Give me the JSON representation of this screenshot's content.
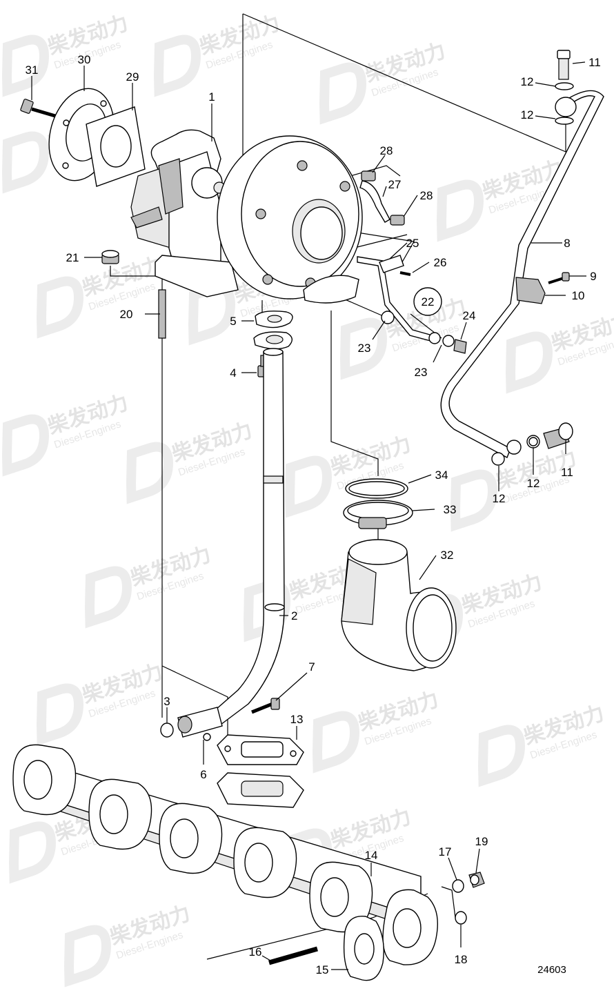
{
  "watermark": {
    "brand_cn": "柴发动力",
    "brand_en": "Diesel-Engines"
  },
  "drawing_ref": "24603",
  "callouts": {
    "c1": "1",
    "c2": "2",
    "c3": "3",
    "c4": "4",
    "c5": "5",
    "c6": "6",
    "c7": "7",
    "c8": "8",
    "c9": "9",
    "c10": "10",
    "c11a": "11",
    "c11b": "11",
    "c12a": "12",
    "c12b": "12",
    "c12c": "12",
    "c12d": "12",
    "c13": "13",
    "c14": "14",
    "c15": "15",
    "c16": "16",
    "c17": "17",
    "c18": "18",
    "c19": "19",
    "c20": "20",
    "c21": "21",
    "c22": "22",
    "c23a": "23",
    "c23b": "23",
    "c24": "24",
    "c25": "25",
    "c26": "26",
    "c27": "27",
    "c28a": "28",
    "c28b": "28",
    "c29": "29",
    "c30": "30",
    "c31": "31",
    "c32": "32",
    "c33": "33",
    "c34": "34"
  }
}
